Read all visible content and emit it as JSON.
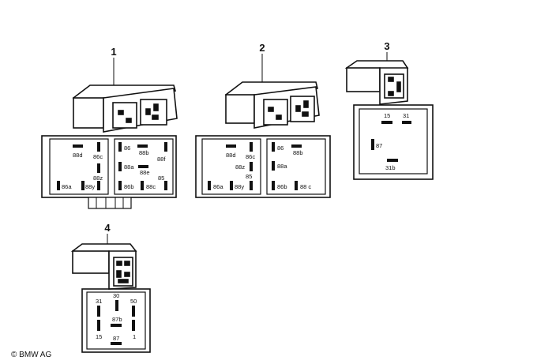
{
  "copyright": "© BMW AG",
  "relays": [
    {
      "number": "1",
      "pins_left": [
        "88d",
        "86c",
        "88z",
        "86a",
        "88y"
      ],
      "pins_right": [
        "86",
        "88b",
        "88f",
        "88a",
        "88e",
        "85",
        "86b",
        "88c"
      ]
    },
    {
      "number": "2",
      "pins_left": [
        "88d",
        "86c",
        "88z",
        "85",
        "86a",
        "88y"
      ],
      "pins_right": [
        "86",
        "88b",
        "88a",
        "86b",
        "88 c"
      ]
    },
    {
      "number": "3",
      "pins": [
        "15",
        "31",
        "87",
        "31b"
      ]
    },
    {
      "number": "4",
      "pins": [
        "31",
        "30",
        "50",
        "87b",
        "15",
        "87",
        "1"
      ]
    }
  ]
}
